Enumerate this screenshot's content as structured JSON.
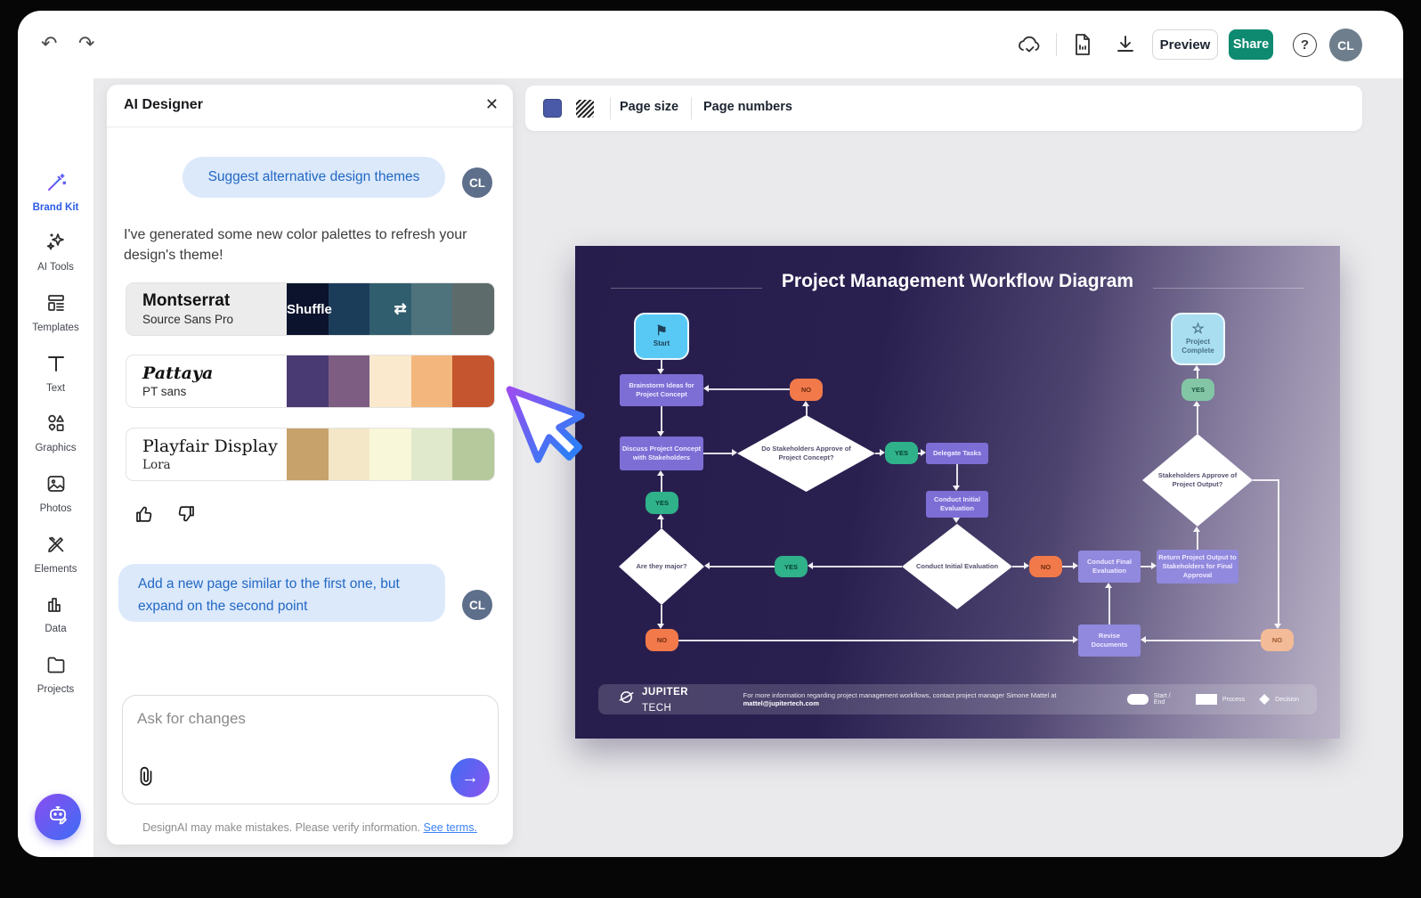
{
  "icons": {
    "undo": "↶",
    "redo": "↷",
    "close": "✕",
    "help": "?",
    "send_arrow": "→",
    "shuffle_glyph": "⇄",
    "star": "☆",
    "flag": "⚑"
  },
  "topbar": {
    "preview_label": "Preview",
    "share_label": "Share",
    "avatar_initials": "CL"
  },
  "sidebar": {
    "items": [
      {
        "label": "Brand Kit"
      },
      {
        "label": "AI Tools"
      },
      {
        "label": "Templates"
      },
      {
        "label": "Text"
      },
      {
        "label": "Graphics"
      },
      {
        "label": "Photos"
      },
      {
        "label": "Elements"
      },
      {
        "label": "Data"
      },
      {
        "label": "Projects"
      }
    ]
  },
  "ai_panel": {
    "title": "AI Designer",
    "avatar_initials": "CL",
    "user_message_1": "Suggest alternative design themes",
    "assistant_intro": "I've generated some new color palettes to refresh your design's theme!",
    "palettes": [
      {
        "name": "Montserrat",
        "pair": "Source Sans Pro",
        "shuffle_label": "Shuffle",
        "colors": [
          "#0b1733",
          "#20486b",
          "#3a7183",
          "#5d8a94",
          "#6f807f"
        ]
      },
      {
        "name": "Pattaya",
        "pair": "PT sans",
        "colors": [
          "#4a3a73",
          "#7d5d82",
          "#fae9cd",
          "#f3b67c",
          "#c5552f"
        ]
      },
      {
        "name": "Playfair Display",
        "pair": "Lora",
        "colors": [
          "#c8a26b",
          "#f4e7c8",
          "#f9f7d9",
          "#e0e9cc",
          "#b5c99c"
        ]
      }
    ],
    "user_message_2": "Add a new page similar to the first one, but expand on the second point",
    "input_placeholder": "Ask for changes",
    "disclaimer": "DesignAI may make mistakes. Please verify information.",
    "terms_link": "See terms."
  },
  "canvas_toolbar": {
    "swatch_color": "#4a5aa8",
    "page_size_label": "Page size",
    "page_numbers_label": "Page numbers"
  },
  "diagram": {
    "title": "Project Management Workflow Diagram",
    "labels": {
      "yes": "YES",
      "no": "NO"
    },
    "nodes": {
      "start": "Start",
      "brainstorm": "Brainstorm Ideas for Project Concept",
      "discuss": "Discuss Project Concept with Stakeholders",
      "d_approve_concept": "Do Stakeholders Approve of Project Concept?",
      "delegate": "Delegate Tasks",
      "conduct_initial": "Conduct Initial Evaluation",
      "d_conduct_initial": "Conduct Initial Evaluation",
      "are_major": "Are they major?",
      "conduct_final": "Conduct Final Evaluation",
      "return_output": "Return Project Output to Stakeholders for Final Approval",
      "d_approve_output": "Stakeholders Approve of Project Output?",
      "revise": "Revise Documents",
      "complete": "Project Complete"
    },
    "footer": {
      "brand_bold": "JUPITER",
      "brand_light": "TECH",
      "info_prefix": "For more information regarding project management workflows, contact project manager Simone Mattel at ",
      "info_email": "mattel@jupitertech.com",
      "legend": [
        {
          "label": "Start / End"
        },
        {
          "label": "Process"
        },
        {
          "label": "Decision"
        }
      ]
    }
  }
}
